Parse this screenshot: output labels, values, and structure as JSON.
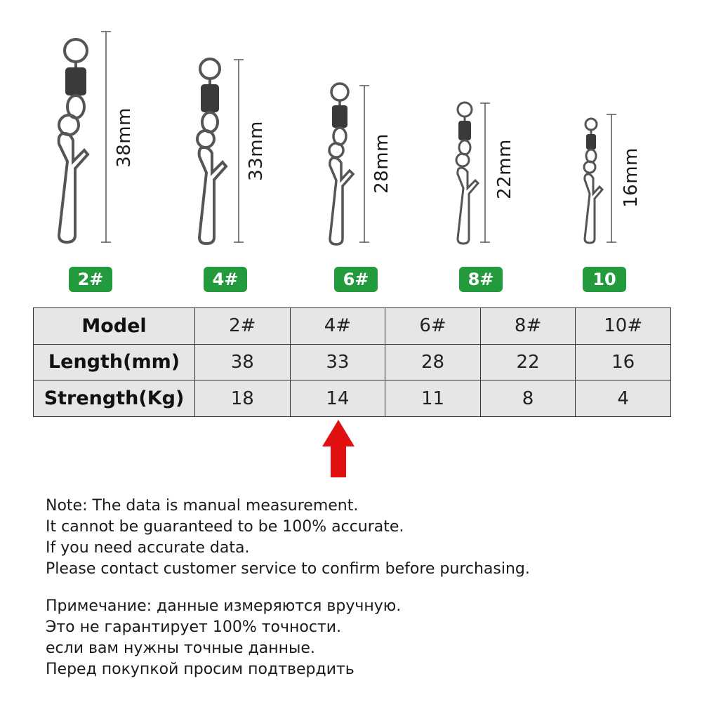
{
  "products": [
    {
      "dimension": "38mm",
      "size": "2#"
    },
    {
      "dimension": "33mm",
      "size": "4#"
    },
    {
      "dimension": "28mm",
      "size": "6#"
    },
    {
      "dimension": "22mm",
      "size": "8#"
    },
    {
      "dimension": "16mm",
      "size": "10"
    }
  ],
  "table": {
    "rows": [
      {
        "label": "Model",
        "values": [
          "2#",
          "4#",
          "6#",
          "8#",
          "10#"
        ]
      },
      {
        "label": "Length(mm)",
        "values": [
          "38",
          "33",
          "28",
          "22",
          "16"
        ]
      },
      {
        "label": "Strength(Kg)",
        "values": [
          "18",
          "14",
          "11",
          "8",
          "4"
        ]
      }
    ]
  },
  "arrow_color": "#e01010",
  "badge_color": "#239a3b",
  "note_en": [
    "Note: The data is manual measurement.",
    "It cannot be guaranteed to be 100% accurate.",
    "If you need accurate data.",
    "Please contact customer service to confirm before purchasing."
  ],
  "note_ru": [
    "Примечание: данные измеряются вручную.",
    "Это не гарантирует 100% точности.",
    "если вам нужны точные данные.",
    "Перед покупкой просим подтвердить"
  ]
}
